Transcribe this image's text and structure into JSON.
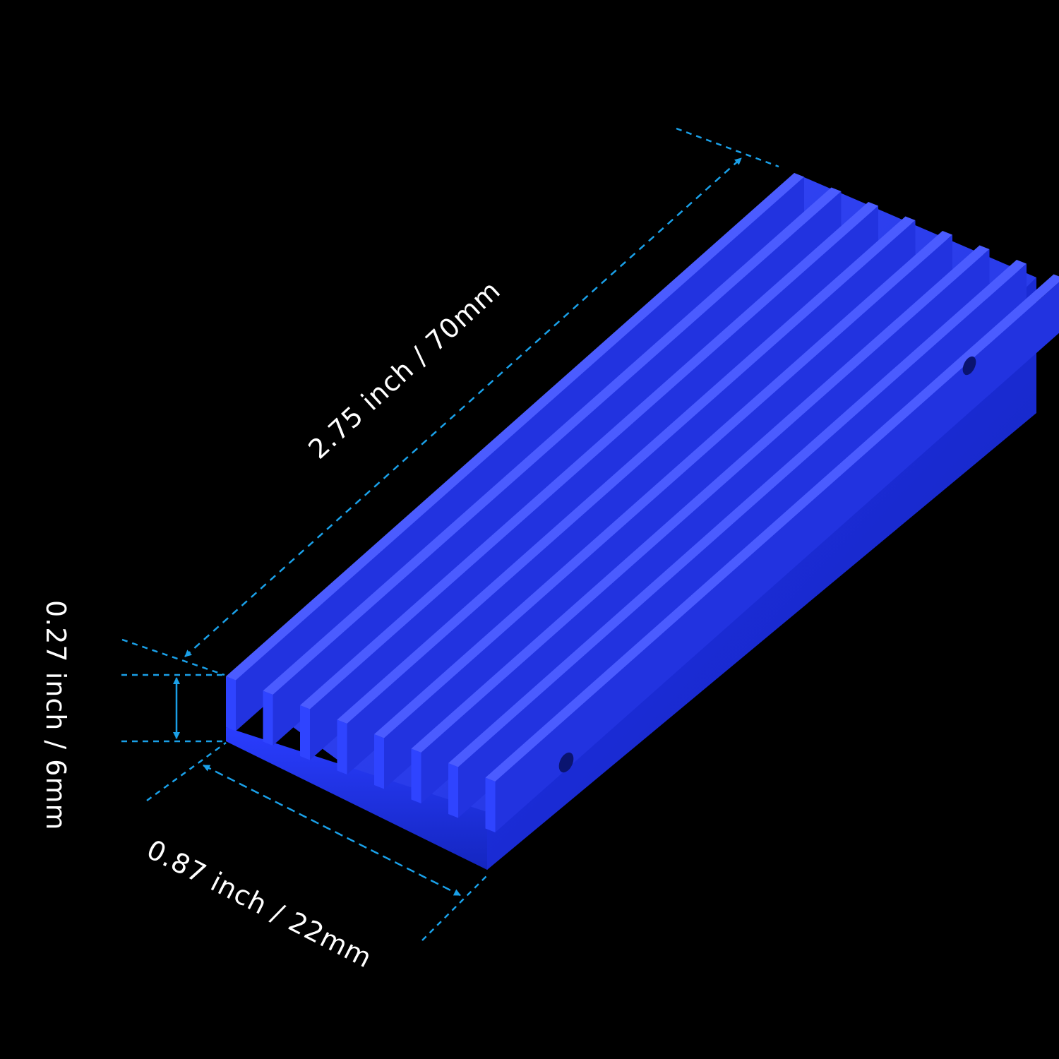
{
  "dimensions": {
    "length": "2.75 inch / 70mm",
    "height": "0.27 inch / 6mm",
    "width": "0.87 inch / 22mm"
  },
  "product": {
    "fin_count": 8,
    "mounting_holes": 2
  },
  "colors": {
    "background": "#000000",
    "heatsink": "#1f32e6",
    "dimension_line": "#1aa0e8",
    "label_text": "#ffffff"
  }
}
